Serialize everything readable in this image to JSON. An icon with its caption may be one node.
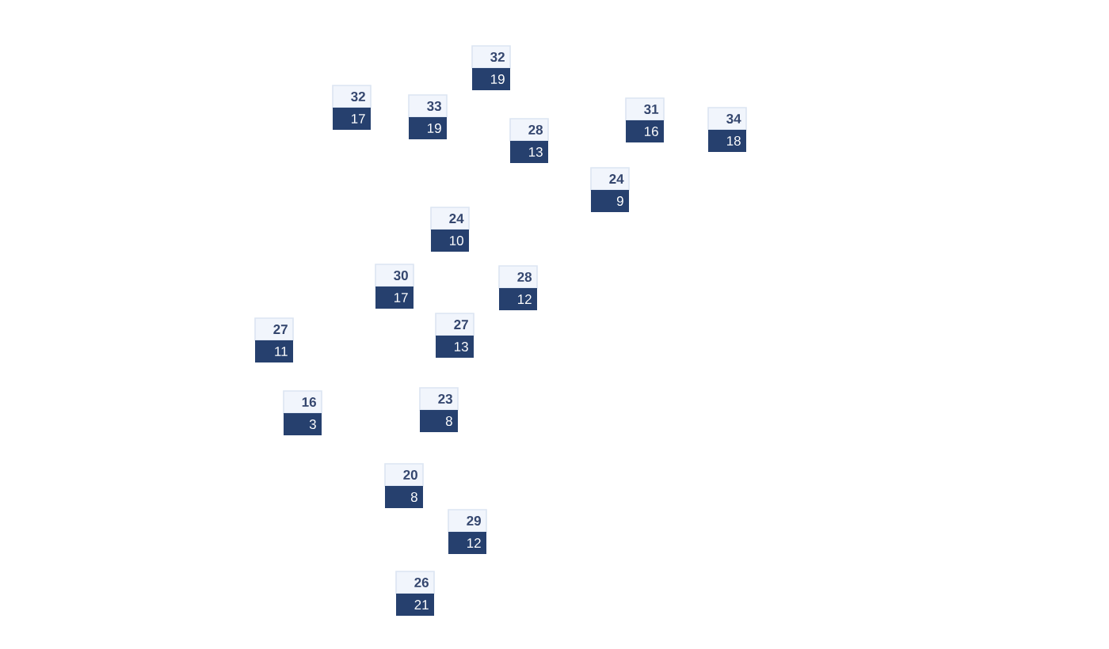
{
  "diagram": {
    "nodes": [
      {
        "text": [
          "32",
          "19"
        ]
      },
      {
        "text": [
          "32",
          "17"
        ]
      },
      {
        "text": [
          "33",
          "19"
        ]
      },
      {
        "text": [
          "31",
          "16"
        ]
      },
      {
        "text": [
          "34",
          "18"
        ]
      },
      {
        "text": [
          "28",
          "13"
        ]
      },
      {
        "text": [
          "24",
          "9"
        ]
      },
      {
        "text": [
          "24",
          "10"
        ]
      },
      {
        "text": [
          "30",
          "17"
        ]
      },
      {
        "text": [
          "28",
          "12"
        ]
      },
      {
        "text": [
          "27",
          "13"
        ]
      },
      {
        "text": [
          "27",
          "11"
        ]
      },
      {
        "text": [
          "23",
          "8"
        ]
      },
      {
        "text": [
          "16",
          "3"
        ]
      },
      {
        "text": [
          "20",
          "8"
        ]
      },
      {
        "text": [
          "29",
          "12"
        ]
      },
      {
        "text": [
          "26",
          "21"
        ]
      }
    ]
  }
}
